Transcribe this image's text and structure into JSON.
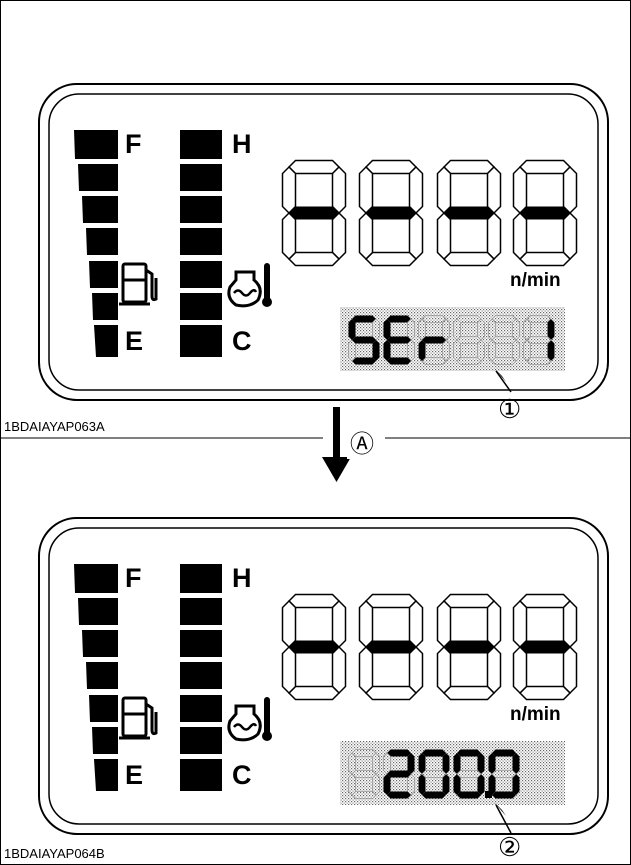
{
  "panels": [
    {
      "figure_code": "1BDAIAYAP063A",
      "fuel_full": "F",
      "fuel_empty": "E",
      "temp_hot": "H",
      "temp_cold": "C",
      "unit": "n/min",
      "sub_display": "SEr  1",
      "callout": "①"
    },
    {
      "figure_code": "1BDAIAYAP064B",
      "fuel_full": "F",
      "fuel_empty": "E",
      "temp_hot": "H",
      "temp_cold": "C",
      "unit": "n/min",
      "sub_display": "200.0",
      "callout": "②"
    }
  ],
  "transition": {
    "label": "Ⓐ"
  },
  "icons": [
    "fuel-pump-icon",
    "coolant-temperature-icon"
  ]
}
